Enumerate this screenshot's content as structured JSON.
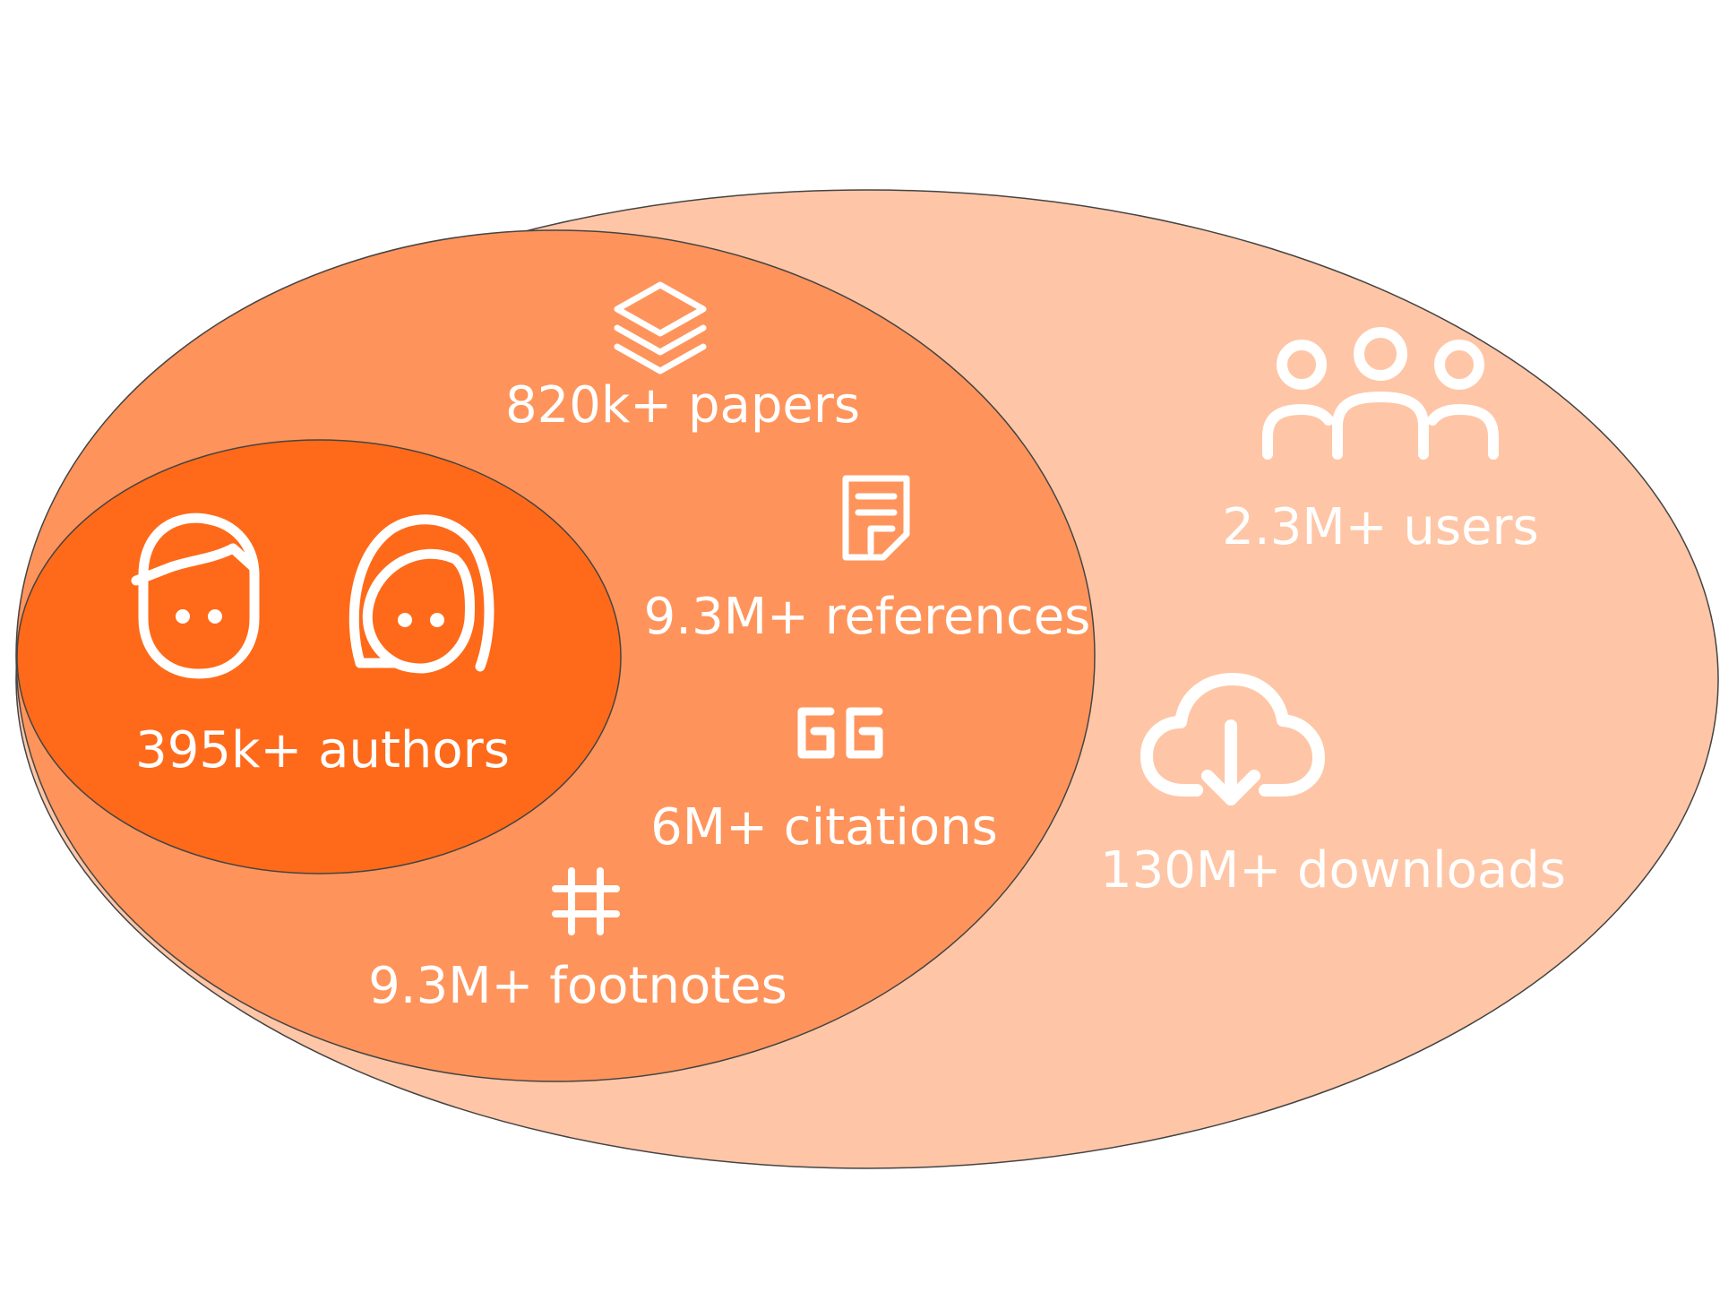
{
  "colors": {
    "outer_ellipse": "#fec6a6",
    "middle_ellipse": "#fe945b",
    "inner_ellipse": "#fe6a1a",
    "ellipse_outline": "#444444",
    "text": "#ffffff"
  },
  "stats": {
    "papers": {
      "label": "820k+ papers",
      "icon": "layers-icon"
    },
    "references": {
      "label": "9.3M+ references",
      "icon": "document-icon"
    },
    "citations": {
      "label": "6M+ citations",
      "icon": "quote-icon"
    },
    "footnotes": {
      "label": "9.3M+ footnotes",
      "icon": "hashtag-icon"
    },
    "authors": {
      "label": "395k+ authors",
      "icons": [
        "male-face-icon",
        "female-face-icon"
      ]
    },
    "users": {
      "label": "2.3M+ users",
      "icon": "users-group-icon"
    },
    "downloads": {
      "label": "130M+ downloads",
      "icon": "cloud-download-icon"
    }
  }
}
